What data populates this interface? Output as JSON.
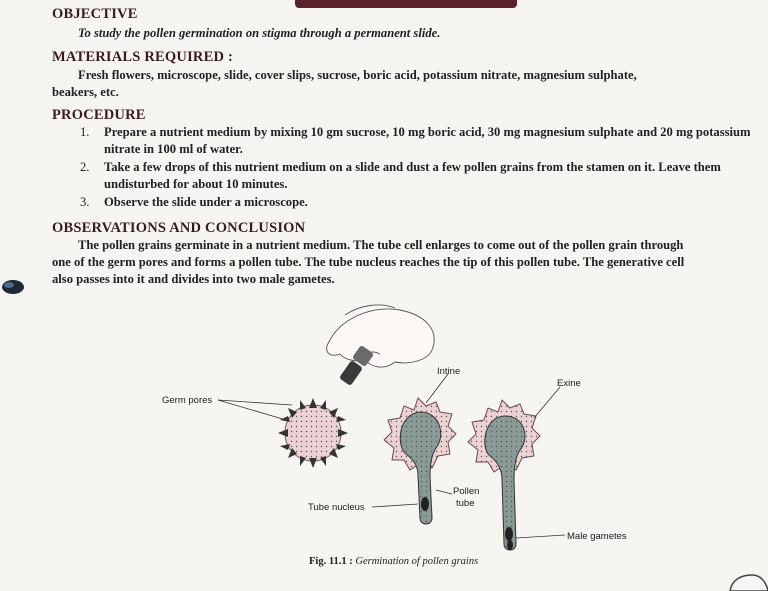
{
  "objective": {
    "heading": "OBJECTIVE",
    "text": "To study the pollen germination on stigma through a permanent slide."
  },
  "materials": {
    "heading": "MATERIALS REQUIRED :",
    "line1": "Fresh flowers, microscope, slide, cover slips, sucrose, boric acid, potassium nitrate, magnesium sulphate,",
    "line2": "beakers, etc."
  },
  "procedure": {
    "heading": "PROCEDURE",
    "steps": [
      {
        "num": "1.",
        "text": "Prepare a nutrient medium by mixing 10 gm sucrose, 10 mg boric acid, 30 mg magnesium sulphate and 20 mg potassium nitrate in 100 ml of water."
      },
      {
        "num": "2.",
        "text": "Take a few drops of this nutrient medium on a slide and dust a few pollen grains from the stamen on it. Leave them undisturbed for about 10 minutes."
      },
      {
        "num": "3.",
        "text": "Observe the slide under a microscope."
      }
    ]
  },
  "observations": {
    "heading": "OBSERVATIONS AND CONCLUSION",
    "line1": "The pollen grains germinate in a nutrient medium. The tube cell enlarges to come out of the pollen grain through",
    "line2": "one of the germ pores and forms a pollen tube. The tube nucleus reaches the tip of this pollen tube. The generative cell",
    "line3": "also passes into it and divides into two male gametes."
  },
  "figure": {
    "labels": {
      "germ_pores": "Germ pores",
      "intine": "Intine",
      "exine": "Exine",
      "pollen_tube_1": "Pollen",
      "pollen_tube_2": "tube",
      "tube_nucleus": "Tube nucleus",
      "male_gametes": "Male gametes"
    },
    "caption_num": "Fig. 11.1 :",
    "caption_text": "Germination of pollen grains"
  },
  "colors": {
    "heading": "#3a1b1e",
    "banner": "#5a2228",
    "pollen_fill": "#e9c7c9",
    "tube_fill": "#8a9a96"
  }
}
